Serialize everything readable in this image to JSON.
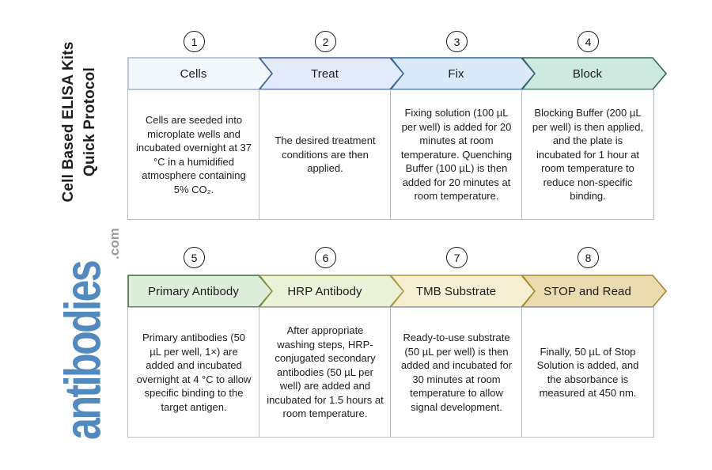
{
  "page": {
    "title_line1": "Cell Based ELISA Kits",
    "title_line2": "Quick Protocol"
  },
  "logo": {
    "name": "antibodies",
    "suffix": ".com",
    "name_color": "#5289bf",
    "suffix_color": "#9b9b9b"
  },
  "rows": [
    {
      "steps": [
        {
          "number": "1",
          "label": "Cells",
          "description": "Cells are seeded into microplate wells and incubated overnight at 37 °C in a humidified atmosphere containing 5% CO₂.",
          "fill": "#f3f8fc",
          "stroke": "#a3bcd4"
        },
        {
          "number": "2",
          "label": "Treat",
          "description": "The desired treatment conditions are then applied.",
          "fill": "#e3eafa",
          "stroke": "#41618e"
        },
        {
          "number": "3",
          "label": "Fix",
          "description": "Fixing solution (100 µL per well) is added for 20 minutes at room temperature. Quenching Buffer (100 µL) is then added for 20 minutes at room temperature.",
          "fill": "#dbeaf8",
          "stroke": "#33679a"
        },
        {
          "number": "4",
          "label": "Block",
          "description": "Blocking Buffer (200 µL per well) is then applied, and the plate is incubated for 1 hour at room temperature to reduce non-specific binding.",
          "fill": "#cee9e0",
          "stroke": "#31665f"
        }
      ]
    },
    {
      "steps": [
        {
          "number": "5",
          "label": "Primary Antibody",
          "description": "Primary antibodies (50 µL per well, 1×) are added and incubated overnight at 4 °C to allow specific binding to the target antigen.",
          "fill": "#ddeeda",
          "stroke": "#3c6d33"
        },
        {
          "number": "6",
          "label": "HRP Antibody",
          "description": "After appropriate washing steps, HRP-conjugated secondary antibodies (50 µL per well) are added and incubated for 1.5 hours at room temperature.",
          "fill": "#ecf2d8",
          "stroke": "#8f9140"
        },
        {
          "number": "7",
          "label": "TMB Substrate",
          "description": "Ready-to-use substrate (50 µL per well) is then added and incubated for 30 minutes at room temperature to allow signal development.",
          "fill": "#f5f0d3",
          "stroke": "#b39440"
        },
        {
          "number": "8",
          "label": "STOP and Read",
          "description": "Finally, 50 µL of Stop Solution is added, and the absorbance is measured at 450 nm.",
          "fill": "#ebdcb0",
          "stroke": "#a9852e"
        }
      ]
    }
  ]
}
